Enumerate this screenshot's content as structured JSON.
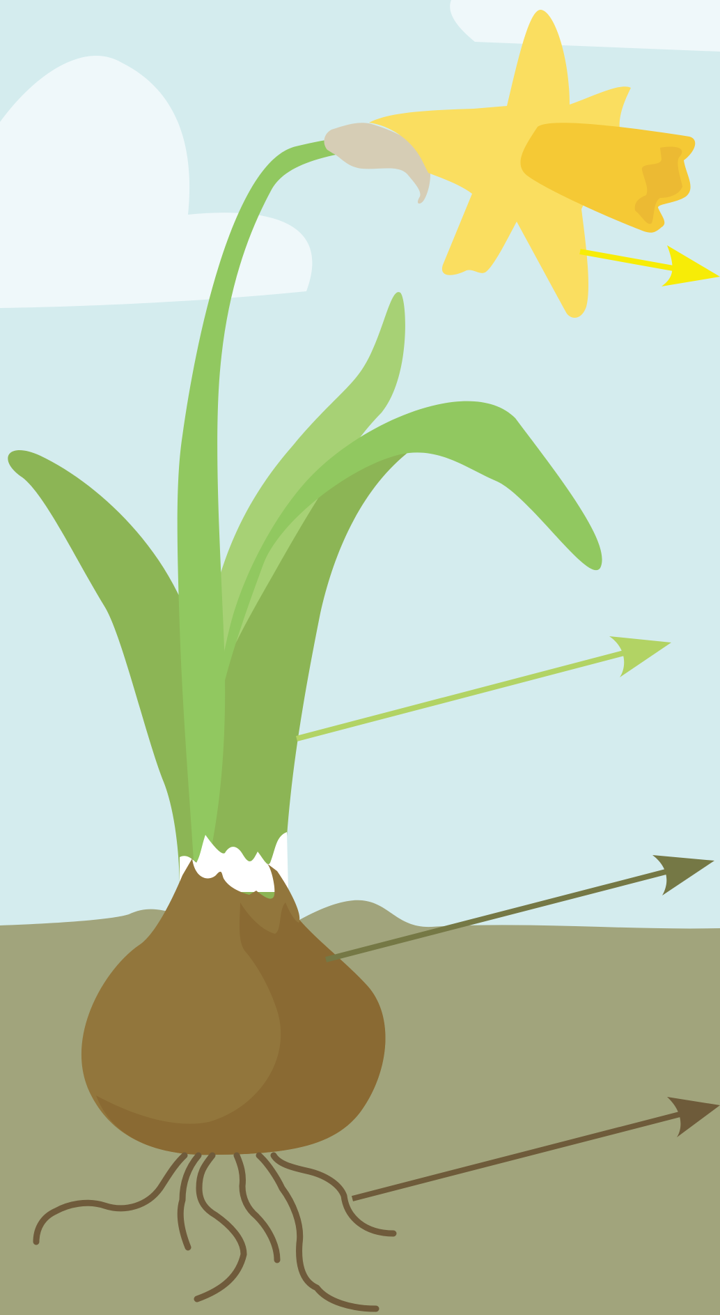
{
  "diagram": {
    "kind": "plant-parts illustration (daffodil)",
    "labels_visible": false,
    "parts": [
      {
        "name": "flower",
        "pointer_color": "#f7ec07"
      },
      {
        "name": "leaf",
        "pointer_color": "#b2d364"
      },
      {
        "name": "bulb",
        "pointer_color": "#757845"
      },
      {
        "name": "roots",
        "pointer_color": "#6e5b3a"
      }
    ]
  },
  "colors": {
    "sky": "#d4ecee",
    "cloud": "#eff8fa",
    "soil": "#a1a47c",
    "dark_leaf": "#8cb555",
    "mid_leaf": "#91c860",
    "light_leaf": "#a7d175",
    "petal": "#fade60",
    "trumpet": "#f5c935",
    "spathe": "#d6cdb5",
    "bulb_light": "#92763c",
    "bulb_dark": "#8a6a33",
    "root": "#6f5b3b"
  }
}
